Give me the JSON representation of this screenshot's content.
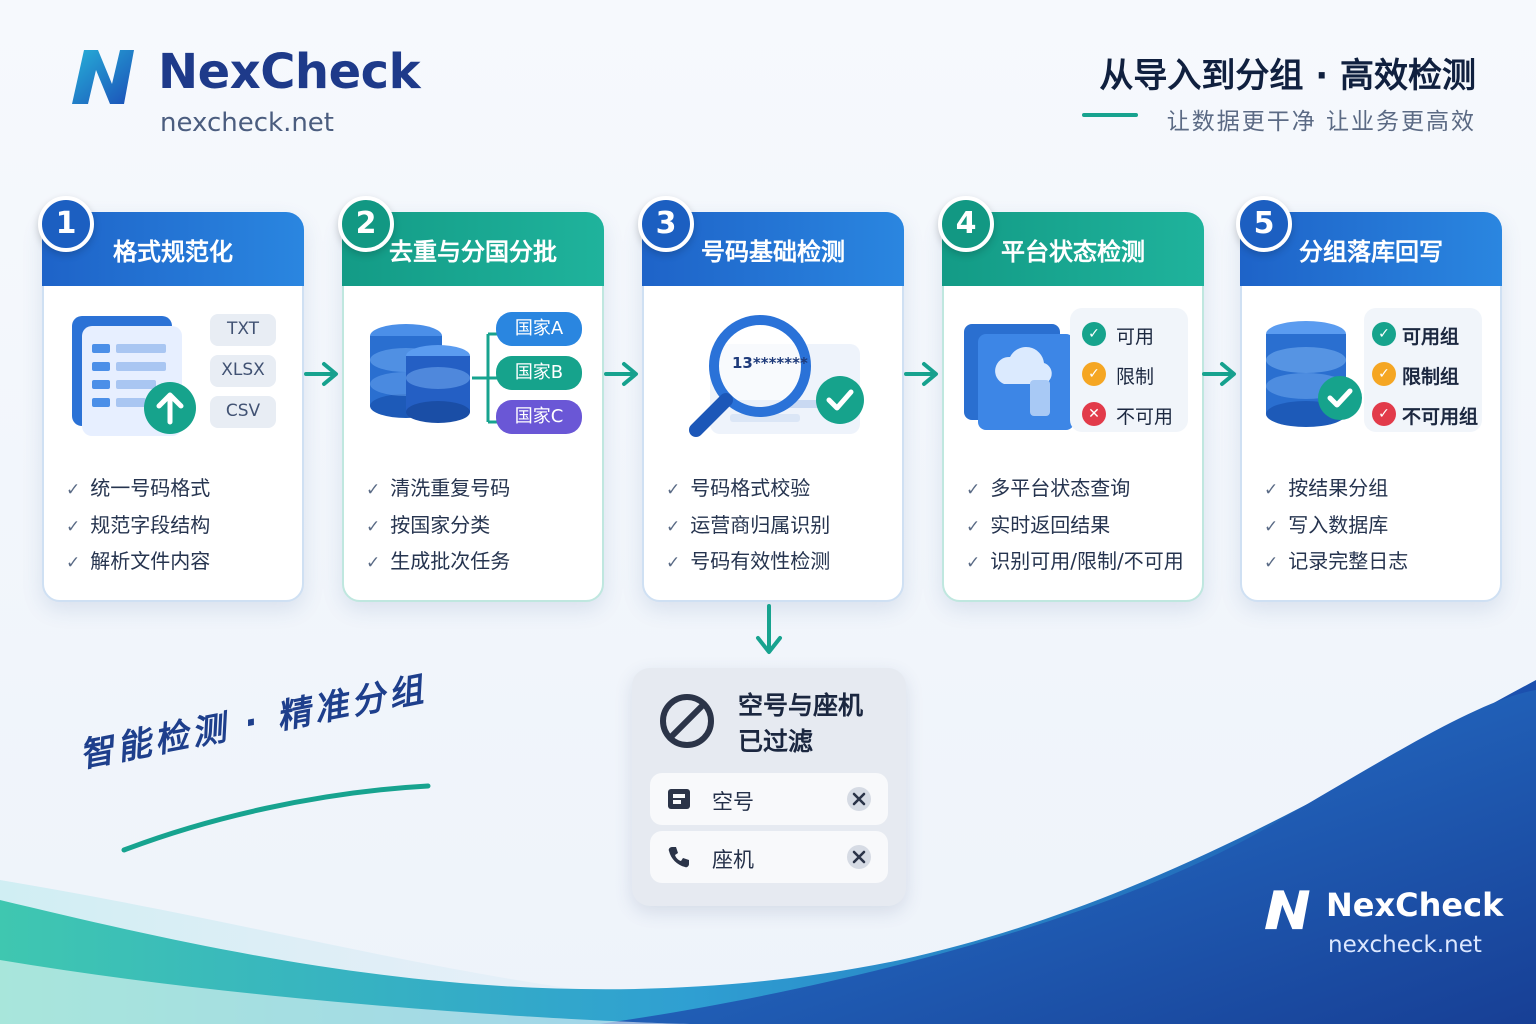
{
  "brand": {
    "name": "NexCheck",
    "domain": "nexcheck.net"
  },
  "headline": {
    "title": "从导入到分组 · 高效检测",
    "subtitle": "让数据更干净 让业务更高效"
  },
  "colors": {
    "blue": "#1e63c8",
    "green": "#139b86",
    "navy": "#1e3a8a",
    "accent": "#17a38f"
  },
  "steps": [
    {
      "number": "1",
      "title": "格式规范化",
      "formats": [
        "TXT",
        "XLSX",
        "CSV"
      ],
      "checks": [
        "统一号码格式",
        "规范字段结构",
        "解析文件内容"
      ]
    },
    {
      "number": "2",
      "title": "去重与分国分批",
      "countries": [
        "国家A",
        "国家B",
        "国家C"
      ],
      "checks": [
        "清洗重复号码",
        "按国家分类",
        "生成批次任务"
      ]
    },
    {
      "number": "3",
      "title": "号码基础检测",
      "masked_number": "13*******",
      "checks": [
        "号码格式校验",
        "运营商归属识别",
        "号码有效性检测"
      ]
    },
    {
      "number": "4",
      "title": "平台状态检测",
      "statuses": [
        "可用",
        "限制",
        "不可用"
      ],
      "checks": [
        "多平台状态查询",
        "实时返回结果",
        "识别可用/限制/不可用"
      ]
    },
    {
      "number": "5",
      "title": "分组落库回写",
      "groups": [
        "可用组",
        "限制组",
        "不可用组"
      ],
      "checks": [
        "按结果分组",
        "写入数据库",
        "记录完整日志"
      ]
    }
  ],
  "filter": {
    "title_line1": "空号与座机",
    "title_line2": "已过滤",
    "items": [
      "空号",
      "座机"
    ]
  },
  "slogan": "智能检测 · 精准分组",
  "footer": {
    "name": "NexCheck",
    "domain": "nexcheck.net"
  }
}
